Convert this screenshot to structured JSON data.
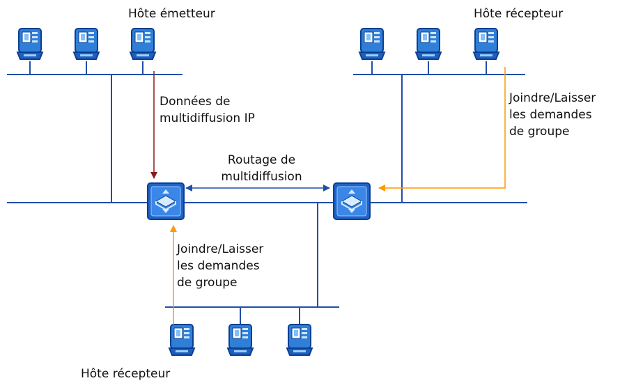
{
  "labels": {
    "sender_host": "Hôte émetteur",
    "receiver_host_top": "Hôte récepteur",
    "receiver_host_bottom": "Hôte récepteur",
    "multicast_data": "Données de\nmultidiffusion IP",
    "multicast_routing": "Routage de\nmultidiffusion",
    "join_leave_right": "Joindre/Laisser\nles demandes\nde groupe",
    "join_leave_bottom": "Joindre/Laisser\nles demandes\nde groupe"
  },
  "colors": {
    "network_line": "#1f4fa8",
    "data_arrow": "#8b1a1a",
    "join_arrow": "#ff9900",
    "router_fill": "#1e63c6",
    "computer_fill": "#2f7fd8"
  },
  "icons": {
    "host": "computer-icon",
    "router": "router-icon"
  }
}
